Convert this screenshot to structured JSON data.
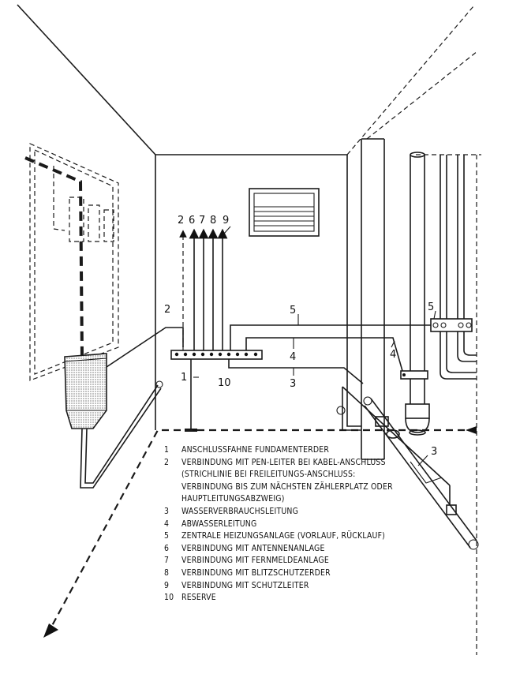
{
  "labels": {
    "top": [
      "2",
      "6",
      "7",
      "8",
      "9"
    ],
    "l1": "1",
    "l2": "2",
    "l3a": "3",
    "l3b": "3",
    "l4a": "4",
    "l4b": "4",
    "l5a": "5",
    "l5b": "5",
    "l10": "10"
  },
  "legend": [
    {
      "num": "1",
      "text": "ANSCHLUSSFAHNE FUNDAMENTERDER"
    },
    {
      "num": "2",
      "text": "VERBINDUNG MIT PEN-LEITER BEI KABEL-ANSCHLUSS (STRICHLINIE BEI FREILEITUNGS-ANSCHLUSS: VERBINDUNG BIS ZUM NÄCHSTEN ZÄHLERPLATZ ODER HAUPTLEITUNGSABZWEIG)"
    },
    {
      "num": "3",
      "text": "WASSERVERBRAUCHSLEITUNG"
    },
    {
      "num": "4",
      "text": "ABWASSERLEITUNG"
    },
    {
      "num": "5",
      "text": "ZENTRALE HEIZUNGSANLAGE (VORLAUF, RÜCKLAUF)"
    },
    {
      "num": "6",
      "text": "VERBINDUNG MIT ANTENNENANLAGE"
    },
    {
      "num": "7",
      "text": "VERBINDUNG MIT FERNMELDEANLAGE"
    },
    {
      "num": "8",
      "text": "VERBINDUNG MIT BLITZSCHUTZERDER"
    },
    {
      "num": "9",
      "text": "VERBINDUNG MIT SCHUTZLEITER"
    },
    {
      "num": "10",
      "text": "RESERVE"
    }
  ]
}
